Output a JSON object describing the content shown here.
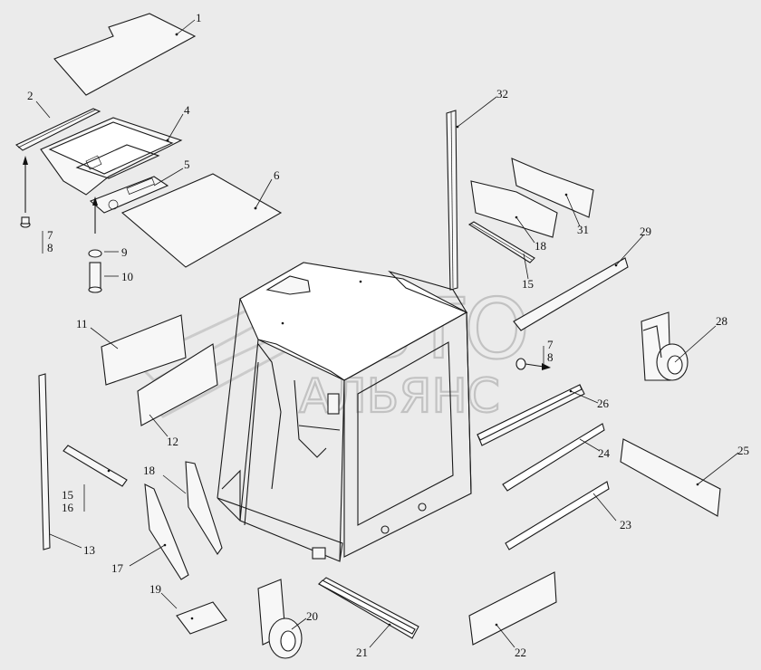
{
  "watermark": {
    "line1": "АВТО",
    "line2": "АЛЬЯНС"
  },
  "labels": {
    "l1": "1",
    "l2": "2",
    "l4": "4",
    "l5": "5",
    "l6": "6",
    "l7a": "7",
    "l8a": "8",
    "l9": "9",
    "l10": "10",
    "l32": "32",
    "l31": "31",
    "l18a": "18",
    "l15a": "15",
    "l29": "29",
    "l28": "28",
    "l7b": "7",
    "l8b": "8",
    "l26": "26",
    "l24": "24",
    "l25": "25",
    "l23": "23",
    "l11": "11",
    "l12": "12",
    "l13": "13",
    "l15b": "15",
    "l16": "16",
    "l18b": "18",
    "l17": "17",
    "l19": "19",
    "l20": "20",
    "l21": "21",
    "l22": "22"
  }
}
